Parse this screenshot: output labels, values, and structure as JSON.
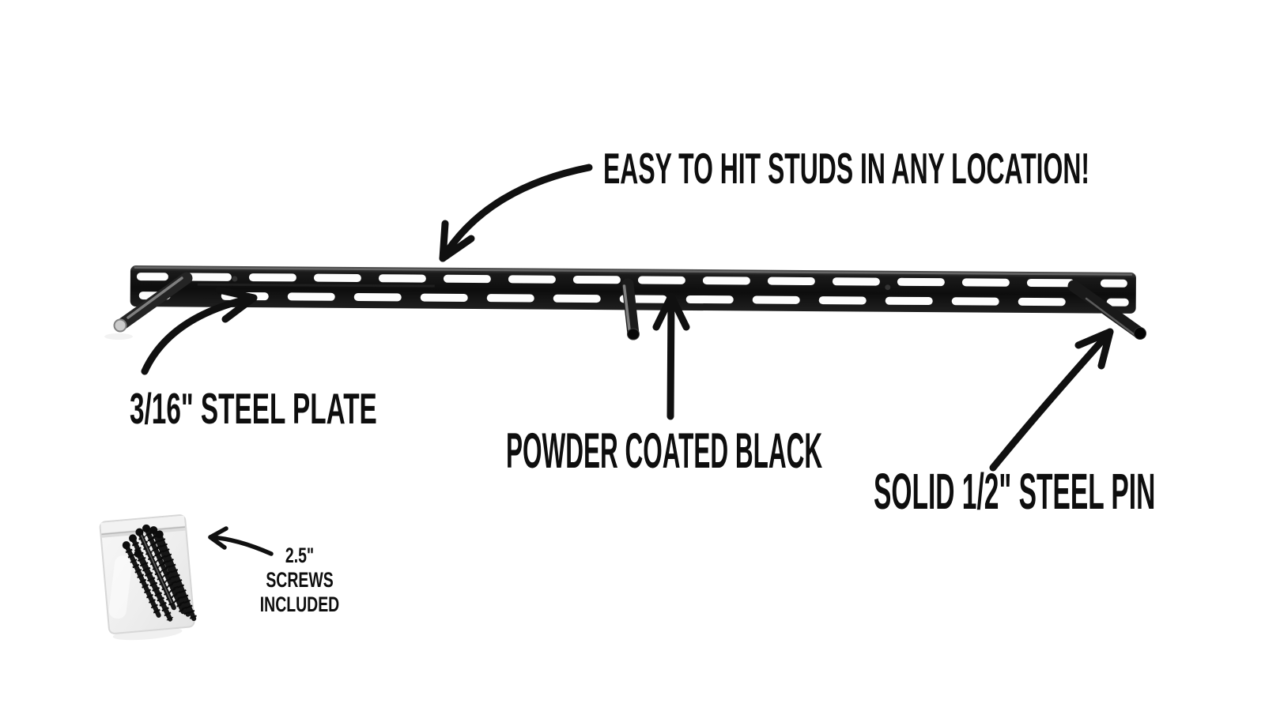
{
  "colors": {
    "background": "#ffffff",
    "ink": "#0e0e0e",
    "rail": "#141414",
    "rail_highlight": "#777777",
    "slot": "#fdfdfd",
    "pin_tip_silver": "#cccccc",
    "bag": "#f1f1f1"
  },
  "annotations": {
    "studs_label": "EASY TO HIT STUDS IN ANY LOCATION!",
    "plate_label": "3/16\" STEEL PLATE",
    "coating_label": "POWDER COATED BLACK",
    "pin_label": "SOLID 1/2\" STEEL PIN",
    "screws_note": {
      "line1": "2.5\"",
      "line2": "SCREWS",
      "line3": "INCLUDED"
    }
  }
}
